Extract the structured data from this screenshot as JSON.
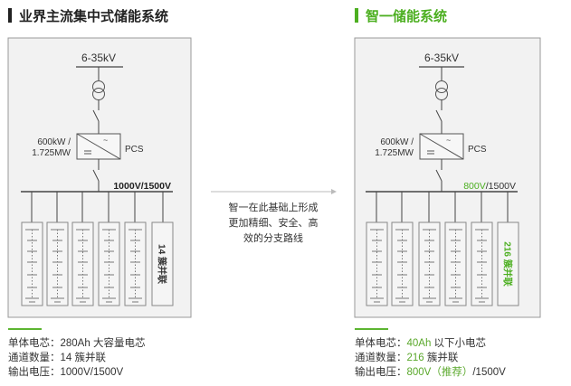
{
  "colors": {
    "accent": "#4caf20",
    "line": "#444444",
    "box_fill": "#f5f5f5",
    "box_stroke": "#999999"
  },
  "left": {
    "title": "业界主流集中式储能系统",
    "voltage_top": "6-35kV",
    "pcs_rating_1": "600kW /",
    "pcs_rating_2": "1.725MW",
    "pcs_label": "PCS",
    "bus_voltage": "1000V/1500V",
    "parallel_label": "14 簇并联",
    "specs": [
      {
        "label": "单体电芯：",
        "value": "280Ah 大容量电芯"
      },
      {
        "label": "通道数量：",
        "value": "14 簇并联"
      },
      {
        "label": "输出电压：",
        "value": "1000V/1500V"
      }
    ]
  },
  "right": {
    "title": "智一储能系统",
    "voltage_top": "6-35kV",
    "pcs_rating_1": "600kW /",
    "pcs_rating_2": "1.725MW",
    "pcs_label": "PCS",
    "bus_voltage_hl": "800V",
    "bus_voltage_rest": "/1500V",
    "parallel_label": "216 簇并联",
    "specs": [
      {
        "label": "单体电芯：",
        "value_hl": "40Ah",
        "value_rest": " 以下小电芯"
      },
      {
        "label": "通道数量：",
        "value_hl": "216",
        "value_rest": " 簇并联"
      },
      {
        "label": "输出电压：",
        "value_hl": "800V（推荐）",
        "value_rest": "/1500V"
      }
    ]
  },
  "arrow_text_lines": [
    "智一在此基础上形成",
    "更加精细、安全、高",
    "效的分支路线"
  ]
}
